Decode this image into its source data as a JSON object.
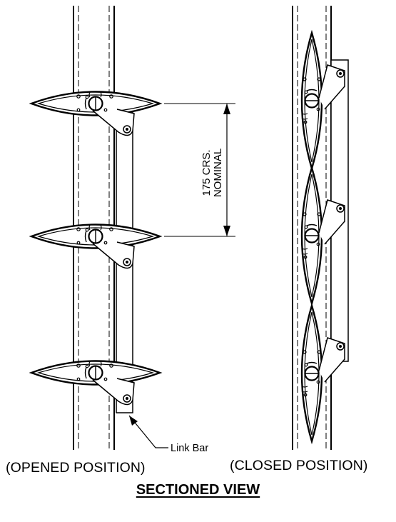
{
  "dimension": {
    "line1": "175 CRS.",
    "line2": "NOMINAL"
  },
  "callout": {
    "label": "Link Bar"
  },
  "captions": {
    "opened": "(OPENED POSITION)",
    "closed": "(CLOSED POSITION)"
  },
  "title": "SECTIONED VIEW"
}
